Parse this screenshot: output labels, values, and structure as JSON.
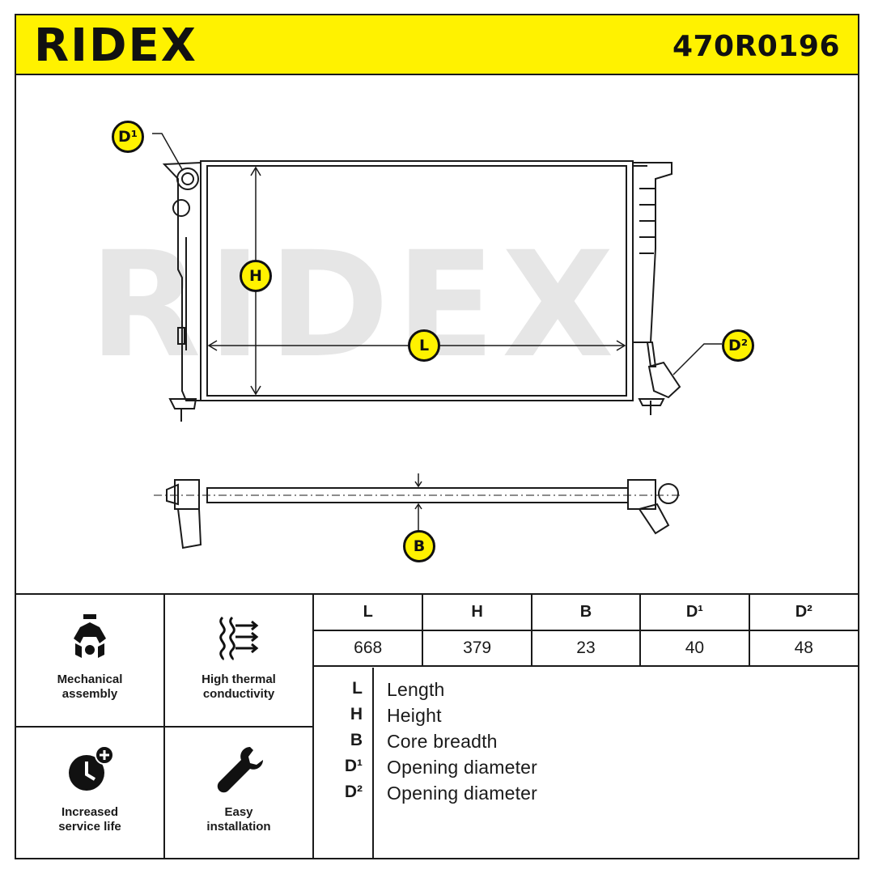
{
  "header": {
    "brand": "RIDEX",
    "part_number": "470R0196"
  },
  "watermark": {
    "text": "RIDEX"
  },
  "drawing_labels": {
    "d1": "D¹",
    "d2": "D²",
    "h": "H",
    "l": "L",
    "b": "B"
  },
  "features": [
    {
      "label": "Mechanical\nassembly",
      "icon": "wrench-clamp-icon"
    },
    {
      "label": "High thermal\nconductivity",
      "icon": "heat-flow-icon"
    },
    {
      "label": "Increased\nservice life",
      "icon": "clock-plus-icon"
    },
    {
      "label": "Easy\ninstallation",
      "icon": "wrench-icon"
    }
  ],
  "dimensions": {
    "headers": [
      "L",
      "H",
      "B",
      "D¹",
      "D²"
    ],
    "values": [
      "668",
      "379",
      "23",
      "40",
      "48"
    ]
  },
  "legend": [
    {
      "key": "L",
      "value": "Length"
    },
    {
      "key": "H",
      "value": "Height"
    },
    {
      "key": "B",
      "value": "Core breadth"
    },
    {
      "key": "D¹",
      "value": "Opening diameter"
    },
    {
      "key": "D²",
      "value": "Opening diameter"
    }
  ],
  "colors": {
    "accent": "#fff200",
    "ink": "#111111",
    "watermark": "#e6e6e6"
  }
}
